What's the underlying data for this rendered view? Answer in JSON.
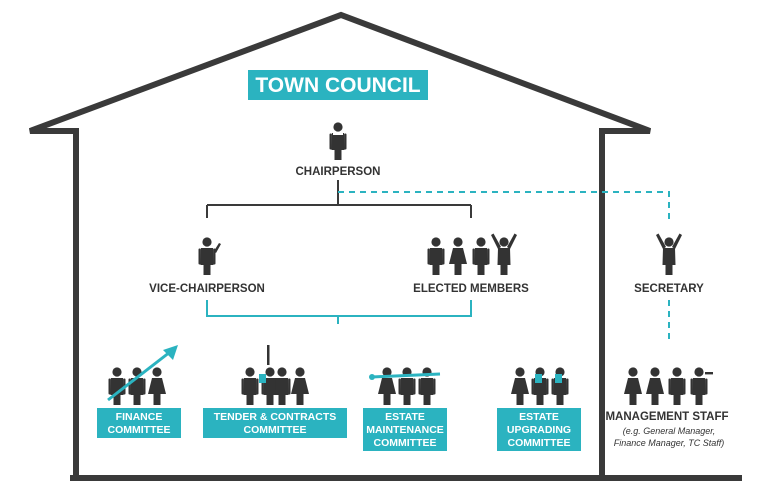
{
  "title": "TOWN COUNCIL",
  "chairperson": "CHAIRPERSON",
  "vice_chairperson": "VICE-CHAIRPERSON",
  "elected_members": "ELECTED MEMBERS",
  "secretary": "SECRETARY",
  "committees": {
    "finance": [
      "FINANCE",
      "COMMITTEE"
    ],
    "tender": [
      "TENDER & CONTRACTS",
      "COMMITTEE"
    ],
    "maintenance": [
      "ESTATE",
      "MAINTENANCE",
      "COMMITTEE"
    ],
    "upgrading": [
      "ESTATE",
      "UPGRADING",
      "COMMITTEE"
    ]
  },
  "management": {
    "title": "MANAGEMENT STAFF",
    "note_line1": "(e.g. General Manager,",
    "note_line2": "Finance Manager, TC Staff)"
  },
  "colors": {
    "accent": "#2bb3c0",
    "ink": "#333333",
    "house": "#3a3a3a"
  }
}
